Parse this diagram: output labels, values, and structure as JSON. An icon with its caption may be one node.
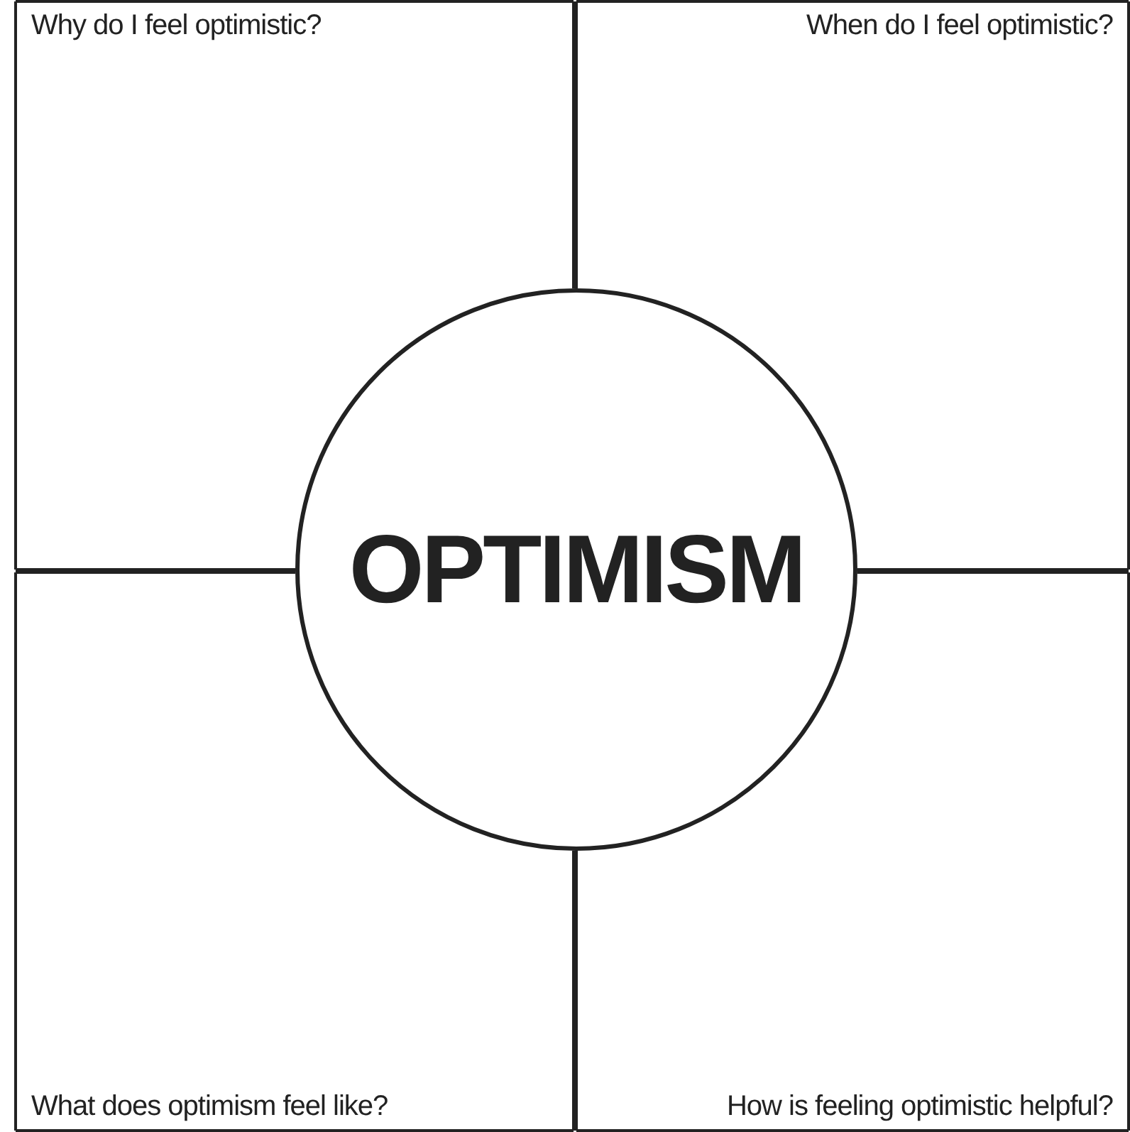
{
  "diagram": {
    "nodes": [
      {
        "text": [
          "Why do I feel optimistic?"
        ]
      },
      {
        "text": [
          "When do I feel optimistic?"
        ]
      },
      {
        "text": [
          "OPTIMISM"
        ]
      },
      {
        "text": [
          "What does optimism feel like?"
        ]
      },
      {
        "text": [
          "How is feeling optimistic helpful?"
        ]
      }
    ]
  }
}
